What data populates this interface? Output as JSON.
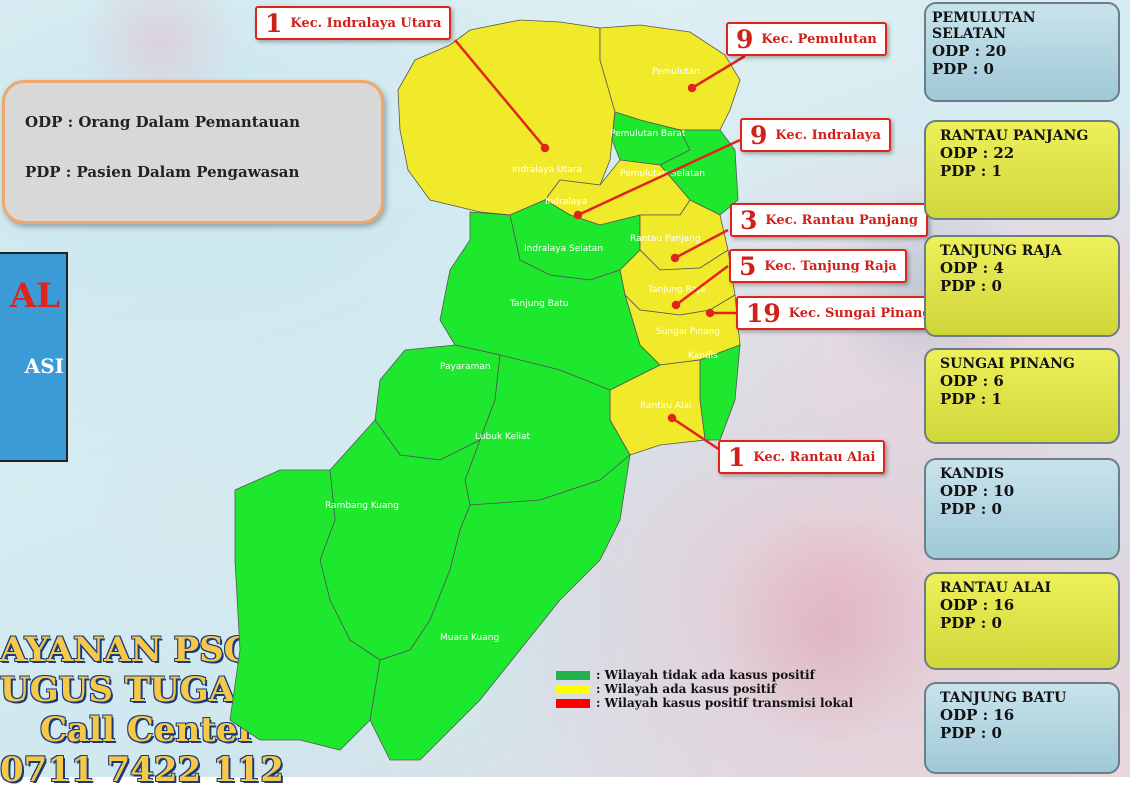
{
  "definitions": {
    "odp": "ODP : Orang Dalam Pemantauan",
    "pdp": "PDP : Pasien Dalam Pengawasan"
  },
  "banner": {
    "line1": "AL",
    "line2": "ASI"
  },
  "psc": {
    "line1": "AYANAN PSC",
    "line2": "UGUS TUGAS",
    "line3": "Call Center",
    "line4": "0711 7422 112"
  },
  "regions": [
    {
      "name": "Indralaya Utara",
      "status": "positive"
    },
    {
      "name": "Pemulutan",
      "status": "positive"
    },
    {
      "name": "Pemulutan Barat",
      "status": "none"
    },
    {
      "name": "Pemulutan Selatan",
      "status": "none"
    },
    {
      "name": "Indralaya",
      "status": "positive"
    },
    {
      "name": "Indralaya Selatan",
      "status": "none"
    },
    {
      "name": "Rantau Panjang",
      "status": "positive"
    },
    {
      "name": "Tanjung Raja",
      "status": "positive"
    },
    {
      "name": "Sungai Pinang",
      "status": "positive"
    },
    {
      "name": "Kandis",
      "status": "none"
    },
    {
      "name": "Tanjung Batu",
      "status": "none"
    },
    {
      "name": "Payaraman",
      "status": "none"
    },
    {
      "name": "Lubuk Keliat",
      "status": "none"
    },
    {
      "name": "Rantau Alai",
      "status": "positive"
    },
    {
      "name": "Rambang Kuang",
      "status": "none"
    },
    {
      "name": "Muara Kuang",
      "status": "none"
    }
  ],
  "callouts": [
    {
      "count": "1",
      "label": "Kec. Indralaya Utara"
    },
    {
      "count": "9",
      "label": "Kec. Pemulutan"
    },
    {
      "count": "9",
      "label": "Kec. Indralaya"
    },
    {
      "count": "3",
      "label": "Kec. Rantau Panjang"
    },
    {
      "count": "5",
      "label": "Kec. Tanjung Raja"
    },
    {
      "count": "19",
      "label": "Kec. Sungai Pinang"
    },
    {
      "count": "1",
      "label": "Kec. Rantau Alai"
    }
  ],
  "stats": [
    {
      "title": "PEMULUTAN SELATAN",
      "odp": "ODP : 20",
      "pdp": "PDP : 0"
    },
    {
      "title": "RANTAU PANJANG",
      "odp": "ODP : 22",
      "pdp": "PDP : 1"
    },
    {
      "title": "TANJUNG RAJA",
      "odp": "ODP : 4",
      "pdp": "PDP : 0"
    },
    {
      "title": "SUNGAI PINANG",
      "odp": "ODP : 6",
      "pdp": "PDP : 1"
    },
    {
      "title": "KANDIS",
      "odp": "ODP : 10",
      "pdp": "PDP : 0"
    },
    {
      "title": "RANTAU ALAI",
      "odp": "ODP : 16",
      "pdp": "PDP : 0"
    },
    {
      "title": "TANJUNG BATU",
      "odp": "ODP : 16",
      "pdp": "PDP : 0"
    }
  ],
  "legend": [
    {
      "label": ": Wilayah tidak ada kasus positif",
      "color": "#22b14c"
    },
    {
      "label": ": Wilayah ada kasus positif",
      "color": "#ffff00"
    },
    {
      "label": ": Wilayah kasus positif transmisi lokal",
      "color": "#ff0000"
    }
  ],
  "colors": {
    "none": "#1ee82e",
    "positive": "#f0ea2a",
    "callout": "#e0241c"
  }
}
